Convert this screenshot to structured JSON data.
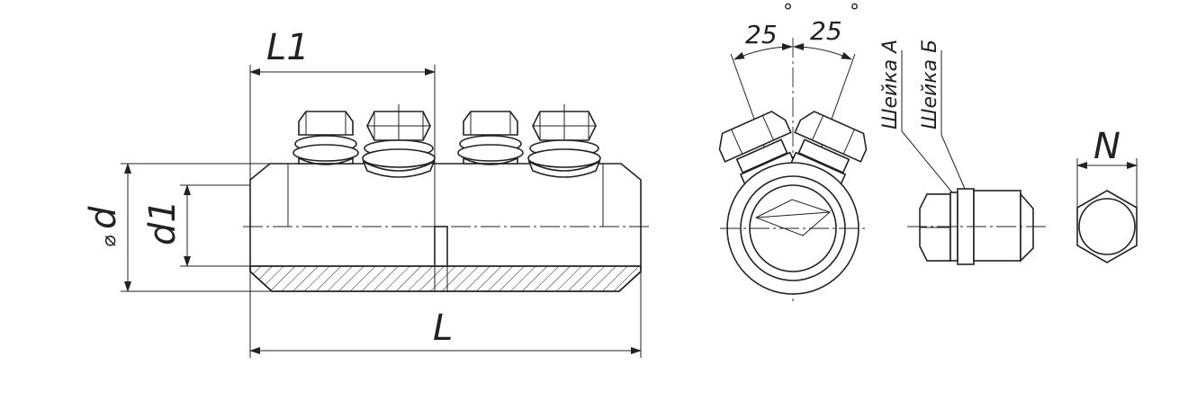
{
  "labels": {
    "l1": "L1",
    "l": "L",
    "d": "d",
    "d1": "d1",
    "n": "N",
    "angle_left": "25",
    "angle_right": "25",
    "neck_a": "Шейка А",
    "neck_b": "Шейка Б"
  },
  "symbols": {
    "diameter": "⌀",
    "degree": "°"
  }
}
